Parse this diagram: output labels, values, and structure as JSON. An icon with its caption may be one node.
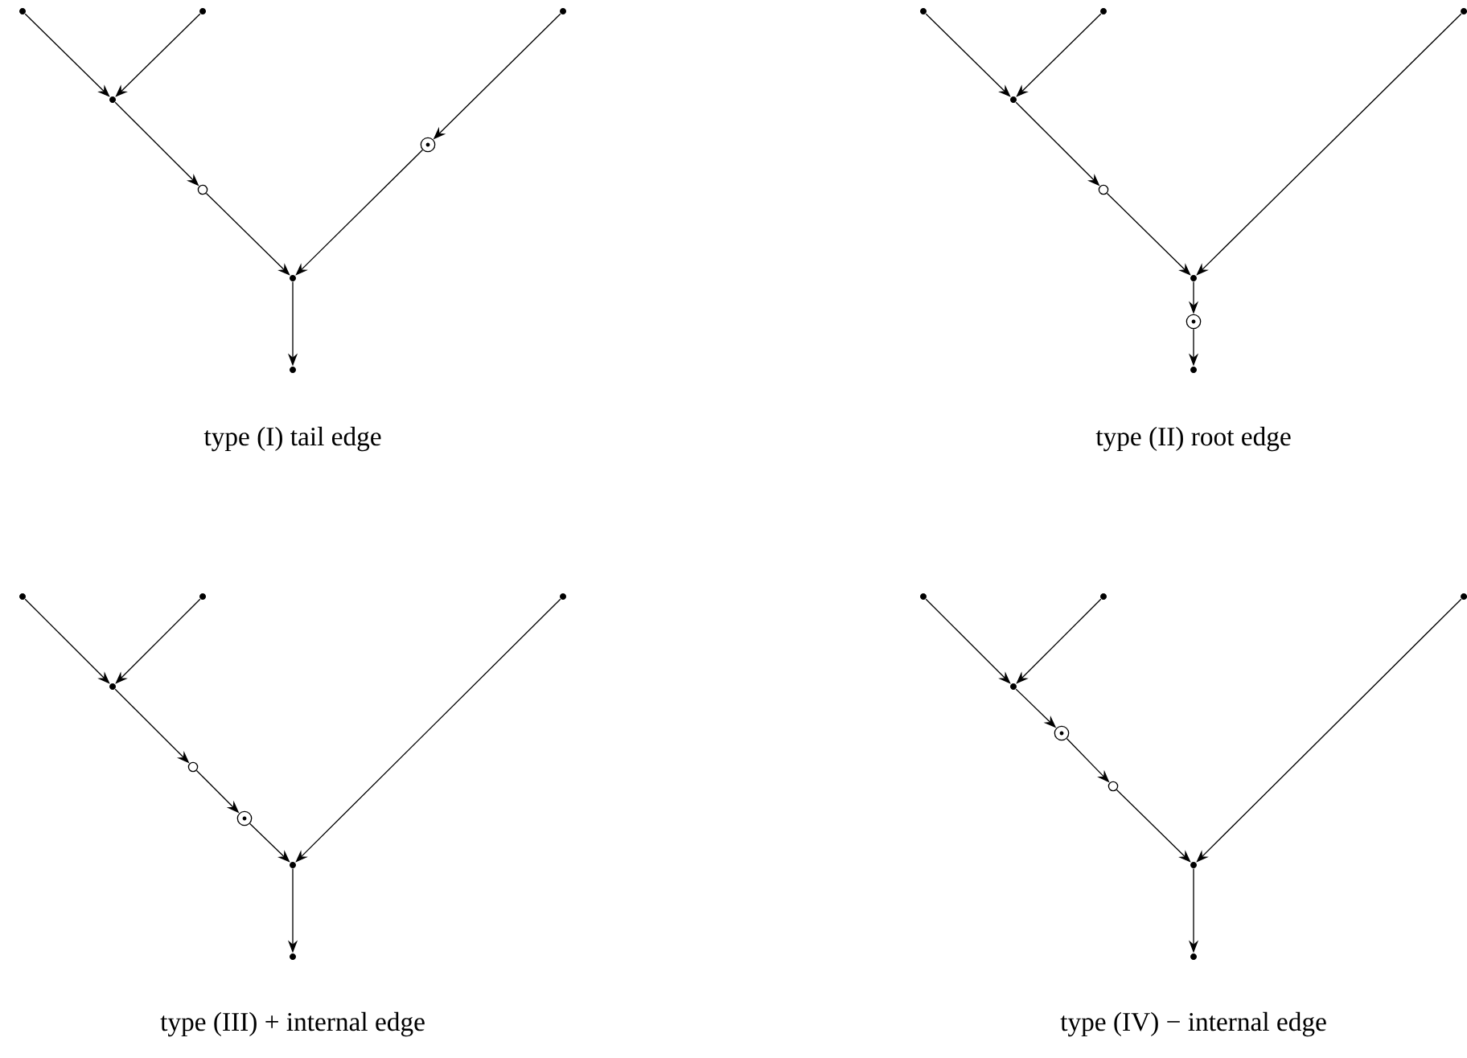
{
  "diagram": {
    "nodes": [
      {
        "text": [],
        "shape": "dot"
      },
      {
        "text": [],
        "shape": "dot"
      },
      {
        "text": [],
        "shape": "dot"
      },
      {
        "text": [],
        "shape": "dot"
      },
      {
        "text": [],
        "shape": "bullseye"
      },
      {
        "text": [],
        "shape": "circle"
      },
      {
        "text": [],
        "shape": "dot"
      },
      {
        "text": [],
        "shape": "dot"
      },
      {
        "text": [],
        "shape": "dot"
      },
      {
        "text": [],
        "shape": "dot"
      },
      {
        "text": [],
        "shape": "dot"
      },
      {
        "text": [],
        "shape": "dot"
      },
      {
        "text": [],
        "shape": "circle"
      },
      {
        "text": [],
        "shape": "dot"
      },
      {
        "text": [],
        "shape": "bullseye"
      },
      {
        "text": [],
        "shape": "dot"
      },
      {
        "text": [],
        "shape": "dot"
      },
      {
        "text": [],
        "shape": "dot"
      },
      {
        "text": [],
        "shape": "dot"
      },
      {
        "text": [],
        "shape": "dot"
      },
      {
        "text": [],
        "shape": "circle"
      },
      {
        "text": [],
        "shape": "bullseye"
      },
      {
        "text": [],
        "shape": "dot"
      },
      {
        "text": [],
        "shape": "dot"
      },
      {
        "text": [],
        "shape": "dot"
      },
      {
        "text": [],
        "shape": "dot"
      },
      {
        "text": [],
        "shape": "dot"
      },
      {
        "text": [],
        "shape": "dot"
      },
      {
        "text": [],
        "shape": "bullseye"
      },
      {
        "text": [],
        "shape": "circle"
      },
      {
        "text": [],
        "shape": "dot"
      },
      {
        "text": [],
        "shape": "dot"
      }
    ],
    "edges": [
      {
        "from": 0,
        "to": 3,
        "arrow": "to"
      },
      {
        "from": 1,
        "to": 3,
        "arrow": "to"
      },
      {
        "from": 3,
        "to": 5,
        "arrow": "to"
      },
      {
        "from": 5,
        "to": 6,
        "arrow": "to"
      },
      {
        "from": 2,
        "to": 4,
        "arrow": "to"
      },
      {
        "from": 4,
        "to": 6,
        "arrow": "to"
      },
      {
        "from": 6,
        "to": 7,
        "arrow": "to"
      },
      {
        "from": 8,
        "to": 11,
        "arrow": "to"
      },
      {
        "from": 9,
        "to": 11,
        "arrow": "to"
      },
      {
        "from": 11,
        "to": 12,
        "arrow": "to"
      },
      {
        "from": 12,
        "to": 13,
        "arrow": "to"
      },
      {
        "from": 10,
        "to": 13,
        "arrow": "to"
      },
      {
        "from": 13,
        "to": 14,
        "arrow": "to"
      },
      {
        "from": 14,
        "to": 15,
        "arrow": "to"
      },
      {
        "from": 16,
        "to": 19,
        "arrow": "to"
      },
      {
        "from": 17,
        "to": 19,
        "arrow": "to"
      },
      {
        "from": 19,
        "to": 20,
        "arrow": "to"
      },
      {
        "from": 20,
        "to": 21,
        "arrow": "to"
      },
      {
        "from": 21,
        "to": 22,
        "arrow": "to"
      },
      {
        "from": 18,
        "to": 22,
        "arrow": "to"
      },
      {
        "from": 22,
        "to": 23,
        "arrow": "to"
      },
      {
        "from": 24,
        "to": 27,
        "arrow": "to"
      },
      {
        "from": 25,
        "to": 27,
        "arrow": "to"
      },
      {
        "from": 27,
        "to": 28,
        "arrow": "to"
      },
      {
        "from": 28,
        "to": 29,
        "arrow": "to"
      },
      {
        "from": 29,
        "to": 30,
        "arrow": "to"
      },
      {
        "from": 26,
        "to": 30,
        "arrow": "to"
      },
      {
        "from": 30,
        "to": 31,
        "arrow": "to"
      }
    ],
    "labels": [
      "type (I) tail edge",
      "type (II) root edge",
      "type (III) + internal edge",
      "type (IV) − internal edge"
    ]
  }
}
